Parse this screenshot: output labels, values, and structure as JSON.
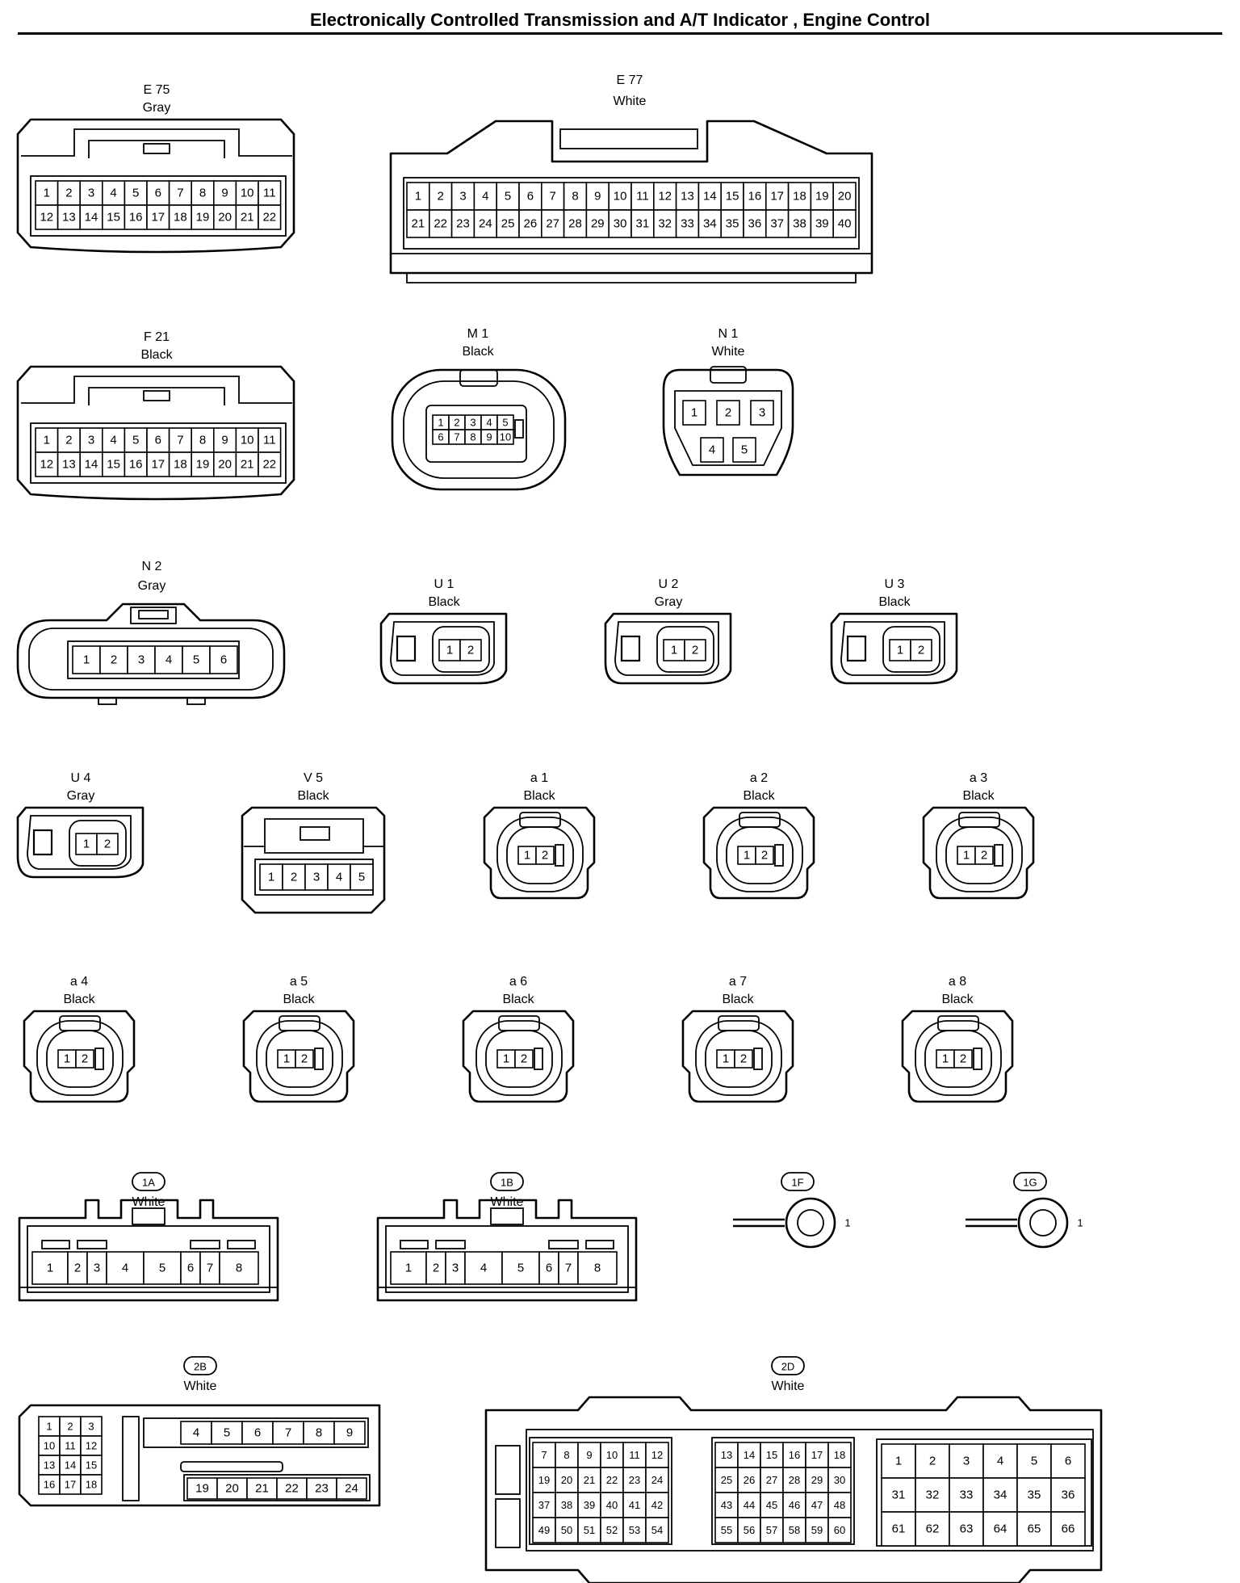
{
  "title": "Electronically Controlled Transmission and A/T Indicator , Engine Control",
  "connectors": [
    {
      "id": "E 75",
      "color": "Gray",
      "pins": [
        "1",
        "2",
        "3",
        "4",
        "5",
        "6",
        "7",
        "8",
        "9",
        "10",
        "11",
        "12",
        "13",
        "14",
        "15",
        "16",
        "17",
        "18",
        "19",
        "20",
        "21",
        "22"
      ]
    },
    {
      "id": "E 77",
      "color": "White",
      "pins": [
        "1",
        "2",
        "3",
        "4",
        "5",
        "6",
        "7",
        "8",
        "9",
        "10",
        "11",
        "12",
        "13",
        "14",
        "15",
        "16",
        "17",
        "18",
        "19",
        "20",
        "21",
        "22",
        "23",
        "24",
        "25",
        "26",
        "27",
        "28",
        "29",
        "30",
        "31",
        "32",
        "33",
        "34",
        "35",
        "36",
        "37",
        "38",
        "39",
        "40"
      ]
    },
    {
      "id": "F 21",
      "color": "Black",
      "pins": [
        "1",
        "2",
        "3",
        "4",
        "5",
        "6",
        "7",
        "8",
        "9",
        "10",
        "11",
        "12",
        "13",
        "14",
        "15",
        "16",
        "17",
        "18",
        "19",
        "20",
        "21",
        "22"
      ]
    },
    {
      "id": "M 1",
      "color": "Black",
      "pins": [
        "1",
        "2",
        "3",
        "4",
        "5",
        "6",
        "7",
        "8",
        "9",
        "10"
      ]
    },
    {
      "id": "N 1",
      "color": "White",
      "pins": [
        "1",
        "2",
        "3",
        "4",
        "5"
      ]
    },
    {
      "id": "N 2",
      "color": "Gray",
      "pins": [
        "1",
        "2",
        "3",
        "4",
        "5",
        "6"
      ]
    },
    {
      "id": "U 1",
      "color": "Black",
      "pins": [
        "1",
        "2"
      ]
    },
    {
      "id": "U 2",
      "color": "Gray",
      "pins": [
        "1",
        "2"
      ]
    },
    {
      "id": "U 3",
      "color": "Black",
      "pins": [
        "1",
        "2"
      ]
    },
    {
      "id": "U 4",
      "color": "Gray",
      "pins": [
        "1",
        "2"
      ]
    },
    {
      "id": "V 5",
      "color": "Black",
      "pins": [
        "1",
        "2",
        "3",
        "4",
        "5"
      ]
    },
    {
      "id": "a 1",
      "color": "Black",
      "pins": [
        "1",
        "2"
      ]
    },
    {
      "id": "a 2",
      "color": "Black",
      "pins": [
        "1",
        "2"
      ]
    },
    {
      "id": "a 3",
      "color": "Black",
      "pins": [
        "1",
        "2"
      ]
    },
    {
      "id": "a 4",
      "color": "Black",
      "pins": [
        "1",
        "2"
      ]
    },
    {
      "id": "a 5",
      "color": "Black",
      "pins": [
        "1",
        "2"
      ]
    },
    {
      "id": "a 6",
      "color": "Black",
      "pins": [
        "1",
        "2"
      ]
    },
    {
      "id": "a 7",
      "color": "Black",
      "pins": [
        "1",
        "2"
      ]
    },
    {
      "id": "a 8",
      "color": "Black",
      "pins": [
        "1",
        "2"
      ]
    },
    {
      "id": "1A",
      "color": "White",
      "pins": [
        "1",
        "2",
        "3",
        "4",
        "5",
        "6",
        "7",
        "8"
      ]
    },
    {
      "id": "1B",
      "color": "White",
      "pins": [
        "1",
        "2",
        "3",
        "4",
        "5",
        "6",
        "7",
        "8"
      ]
    },
    {
      "id": "1F",
      "color": "",
      "pins": [
        "1"
      ]
    },
    {
      "id": "1G",
      "color": "",
      "pins": [
        "1"
      ]
    },
    {
      "id": "2B",
      "color": "White",
      "pins": [
        "1",
        "2",
        "3",
        "10",
        "11",
        "12",
        "13",
        "14",
        "15",
        "16",
        "17",
        "18",
        "4",
        "5",
        "6",
        "7",
        "8",
        "9",
        "19",
        "20",
        "21",
        "22",
        "23",
        "24"
      ]
    },
    {
      "id": "2D",
      "color": "White",
      "pins": [
        "7",
        "8",
        "9",
        "10",
        "11",
        "12",
        "19",
        "20",
        "21",
        "22",
        "23",
        "24",
        "37",
        "38",
        "39",
        "40",
        "41",
        "42",
        "49",
        "50",
        "51",
        "52",
        "53",
        "54",
        "13",
        "14",
        "15",
        "16",
        "17",
        "18",
        "25",
        "26",
        "27",
        "28",
        "29",
        "30",
        "43",
        "44",
        "45",
        "46",
        "47",
        "48",
        "55",
        "56",
        "57",
        "58",
        "59",
        "60",
        "1",
        "2",
        "3",
        "4",
        "5",
        "6",
        "31",
        "32",
        "33",
        "34",
        "35",
        "36",
        "61",
        "62",
        "63",
        "64",
        "65",
        "66"
      ]
    }
  ]
}
